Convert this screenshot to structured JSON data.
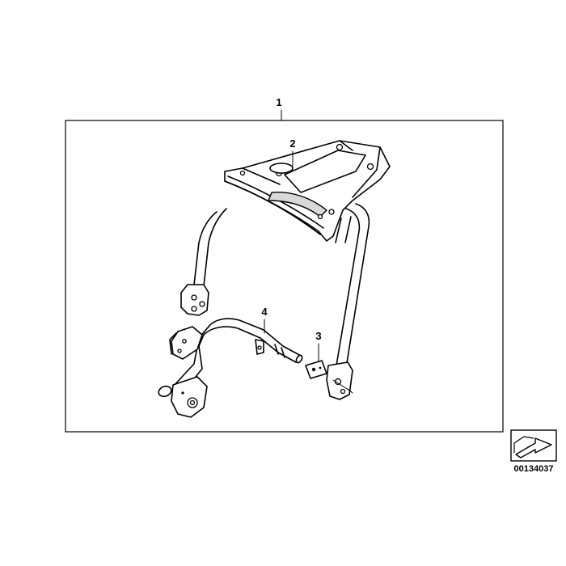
{
  "callouts": {
    "part1": "1",
    "part2": "2",
    "part3": "3",
    "part4": "4"
  },
  "diagram_id": "00134037",
  "icons": {
    "direction_icon": "arrow-direction-icon"
  },
  "colors": {
    "line": "#000000",
    "background": "#ffffff"
  }
}
